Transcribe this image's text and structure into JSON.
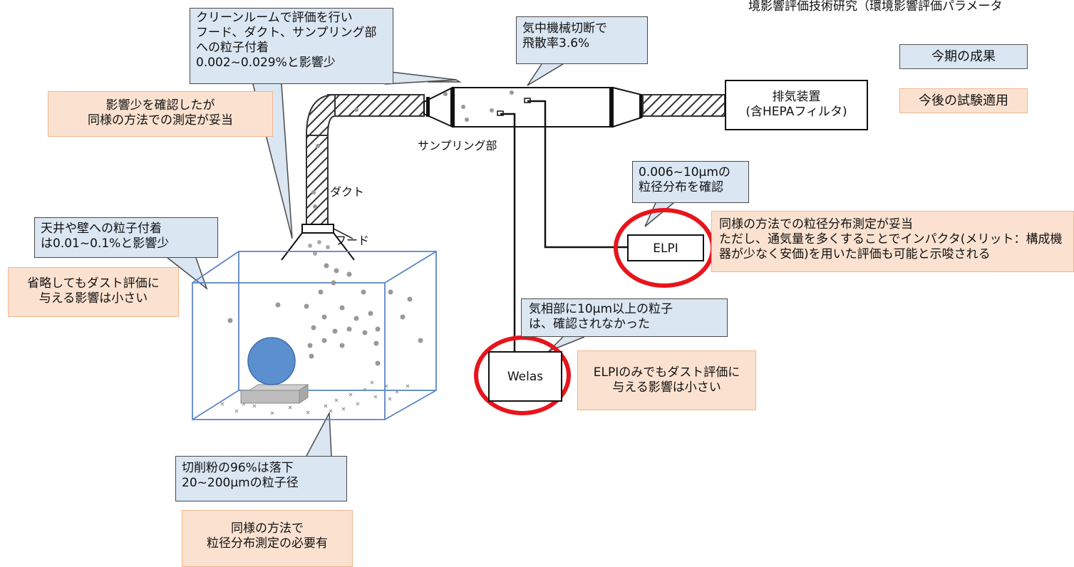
{
  "header_text": "境影響評価技術研究（環境影響評価パラメータ",
  "legend": {
    "current": "今期の成果",
    "future": "今後の試験適用"
  },
  "callouts": {
    "cleanroom": "クリーンルームで評価を行い\nフード、ダクト、サンプリング部\nへの粒子付着\n0.002~0.029%と影響少",
    "scatter": "気中機械切断で\n飛散率3.6%",
    "ceiling": "天井や壁への粒子付着\nは0.01~0.1%と影響少",
    "elpi_range": "0.006~10μmの\n粒径分布を確認",
    "gas_phase": "気相部に10μm以上の粒子\nは、確認されなかった",
    "fallen": "切削粉の96%は落下\n20~200μmの粒子径"
  },
  "notes": {
    "hood_note": "影響少を確認したが\n同様の方法での測定が妥当",
    "omit_note": "省略してもダスト評価に\n与える影響は小さい",
    "elpi_note": "同様の方法での粒径分布測定が妥当\nただし、通気量を多くすることでインパクタ(メリット：構成機\n器が少なく安価)を用いた評価も可能と示唆される",
    "welas_note": "ELPIのみでもダスト評価に\n与える影響は小さい",
    "size_note": "同様の方法で\n粒径分布測定の必要有"
  },
  "equipment": {
    "exhaust": "排気装置\n(含HEPAフィルタ)",
    "elpi": "ELPI",
    "welas": "Welas"
  },
  "labels": {
    "sampling": "サンプリング部",
    "duct": "ダクト",
    "hood": "フード"
  },
  "colors": {
    "callout_fill": "#dae6f2",
    "note_fill": "#fbe2d0",
    "highlight_ring": "#e8141c",
    "chamber_edge": "#5b86c5",
    "ball": "#5b8fd0"
  }
}
